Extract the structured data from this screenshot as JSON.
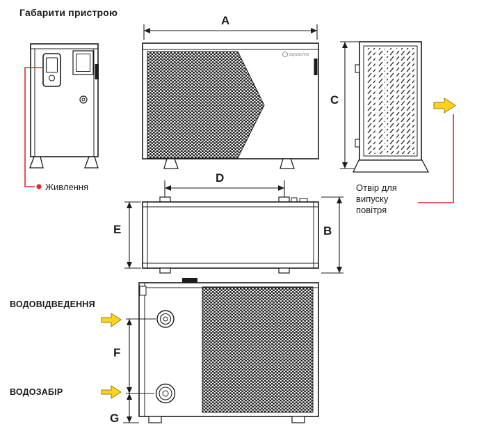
{
  "title": "Габарити пристрою",
  "brand_logo": "aquaviva",
  "labels": {
    "power": "Живлення",
    "air_outlet_line1": "Отвір для",
    "air_outlet_line2": "випуску",
    "air_outlet_line3": "повітря",
    "water_drain": "ВОДОВІДВЕДЕННЯ",
    "water_intake": "ВОДОЗАБІР"
  },
  "dimension_labels": {
    "A": "A",
    "B": "B",
    "C": "C",
    "D": "D",
    "E": "E",
    "F": "F",
    "G": "G"
  },
  "colors": {
    "line": "#1c1c1c",
    "accent_red": "#e8262d",
    "accent_yellow": "#ffd21f"
  },
  "icons": {
    "air_flow_arrow": "yellow-right-arrow",
    "drain_flow_arrow": "yellow-right-arrow",
    "intake_flow_arrow": "yellow-right-arrow",
    "power_dot": "red-dot",
    "brand": "aquaviva-logo"
  }
}
